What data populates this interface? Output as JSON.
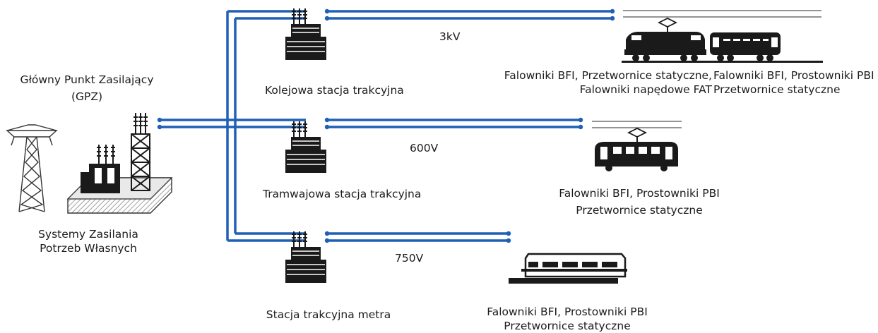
{
  "gpz": {
    "title_line1": "Główny Punkt Zasilający",
    "title_line2": "(GPZ)",
    "own_needs_line1": "Systemy Zasilania",
    "own_needs_line2": "Potrzeb Własnych"
  },
  "stations": [
    {
      "name": "Kolejowa stacja trakcyjna",
      "voltage": "3kV"
    },
    {
      "name": "Tramwajowa stacja trakcyjna",
      "voltage": "600V"
    },
    {
      "name": "Stacja trakcyjna metra",
      "voltage": "750V"
    }
  ],
  "vehicles": {
    "train_loco_line1": "Falowniki BFI, Przetwornice statyczne,",
    "train_loco_line2": "Falowniki napędowe FAT",
    "train_car_line1": "Falowniki BFI, Prostowniki PBI",
    "train_car_line2": "Przetwornice statyczne",
    "tram_line1": "Falowniki BFI, Prostowniki PBI",
    "tram_line2": "Przetwornice statyczne",
    "metro_line1": "Falowniki BFI, Prostowniki PBI",
    "metro_line2": "Przetwornice statyczne"
  },
  "colors": {
    "cable": "#1f5fb5",
    "ink": "#1a1a1a",
    "hatch": "#9a9a9a"
  }
}
